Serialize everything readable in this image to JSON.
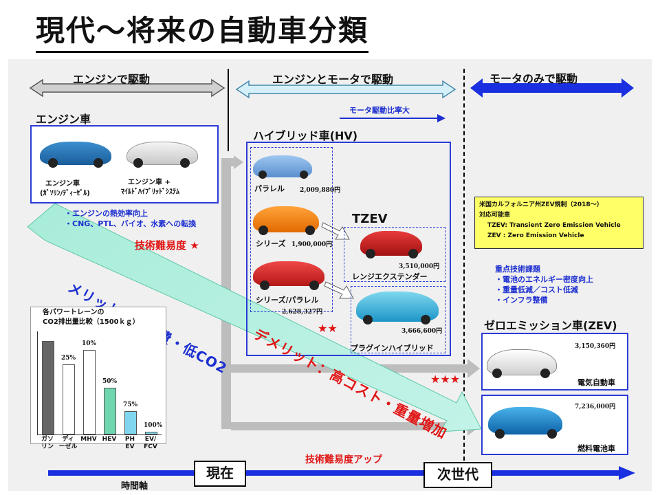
{
  "title": "現代〜将来の自動車分類",
  "top_sections": {
    "engine_drive": "エンジンで駆動",
    "engine_motor_drive": "エンジンとモータで駆動",
    "motor_only_drive": "モータのみで駆動",
    "motor_ratio": "モータ駆動比率大"
  },
  "engine_car": {
    "heading": "エンジン車",
    "car1_label_1": "エンジン車",
    "car1_label_2": "(ｶﾞｿﾘﾝ/ﾃﾞｨｰｾﾞﾙ)",
    "car2_label_1": "エンジン車 +",
    "car2_label_2": "ﾏｲﾙﾄﾞﾊｲﾌﾞﾘｯﾄﾞｼｽﾃﾑ",
    "note_1": "・エンジンの熱効率向上",
    "note_2": "・CNG、PTL、バイオ、水素への転換"
  },
  "hv": {
    "heading": "ハイブリッド車(HV)",
    "parallel": "パラレル",
    "parallel_price": "2,009,880円",
    "series": "シリーズ",
    "series_price": "1,900,000円",
    "series_parallel": "シリーズ/パラレル",
    "series_parallel_price": "2,628,327円"
  },
  "tzev": {
    "heading": "TZEV",
    "range_extender": "レンジエクステンダー",
    "range_extender_price": "3,510,000円",
    "plugin": "プラグインハイブリッド",
    "plugin_price": "3,666,600円"
  },
  "zev_note": {
    "line1": "米国カルフォルニア州ZEV規制（2018〜）",
    "line2": "対応可能車",
    "line3": "TZEV: Transient Zero Emission Vehicle",
    "line4": "ZEV : Zero Emission Vehicle"
  },
  "issues": {
    "heading": "重点技術課題",
    "item1": "・電池のエネルギー密度向上",
    "item2": "・重量低減／コスト低減",
    "item3": "・インフラ整備"
  },
  "zev": {
    "heading": "ゼロエミッション車(ZEV)",
    "ev_price": "3,150,360円",
    "ev_label": "電気自動車",
    "fcv_price": "7,236,000円",
    "fcv_label": "燃料電池車"
  },
  "arrow": {
    "merit": "メリット：低燃費・低CO2",
    "demerit": "デメリット：高コスト・重量増加"
  },
  "difficulty": {
    "label": "技術難易度",
    "star1": "★",
    "star2": "★★",
    "star3": "★★★",
    "up": "技術難易度アップ"
  },
  "timeline": {
    "axis": "時間軸",
    "now": "現在",
    "next": "次世代"
  },
  "chart_data": {
    "type": "bar",
    "title": "各パワートレーンの\nCO2排出量比較（1500ｋｇ）",
    "categories": [
      "ガソ\nリン",
      "ディ\nーゼル",
      "MHV",
      "HEV",
      "PH\nEV",
      "EV/\nFCV"
    ],
    "reduction_labels": [
      "",
      "25%",
      "10%",
      "50%",
      "75%",
      "100%"
    ],
    "values": [
      100,
      75,
      90,
      50,
      25,
      3
    ],
    "ylim": [
      0,
      110
    ],
    "colors": [
      "#666666",
      "#ffffff",
      "#ffffff",
      "#6fd6b0",
      "#7fd6ee",
      "#7fd6ee"
    ]
  }
}
